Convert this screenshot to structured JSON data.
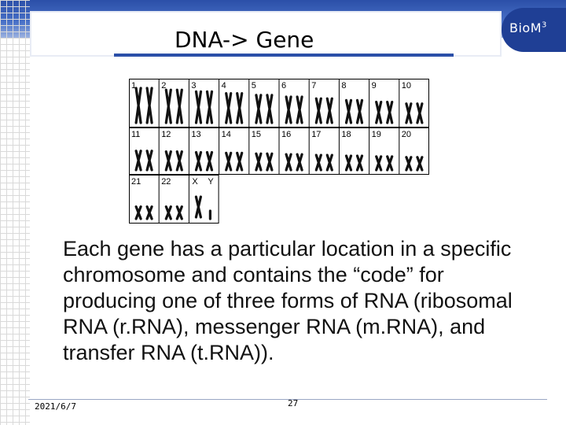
{
  "slide": {
    "title": "DNA-> Gene",
    "logo": "BioM",
    "logo_superscript": "3",
    "body": "Each gene has a particular location in a specific chromosome and contains the “code” for producing one of three forms of RNA (ribosomal RNA (r.RNA), messenger RNA (m.RNA), and transfer RNA (t.RNA)).",
    "footer_date": "2021/6/7",
    "page_number": "27"
  },
  "karyotype": {
    "row1_labels": [
      "1",
      "2",
      "3",
      "4",
      "5",
      "6",
      "7",
      "8",
      "9",
      "10"
    ],
    "row2_labels": [
      "11",
      "12",
      "13",
      "14",
      "15",
      "16",
      "17",
      "18",
      "19",
      "20"
    ],
    "row3_labels": [
      "21",
      "22",
      "X",
      "Y"
    ]
  },
  "colors": {
    "brand_blue": "#1f3f95",
    "band_blue": "#2b4fa8"
  }
}
